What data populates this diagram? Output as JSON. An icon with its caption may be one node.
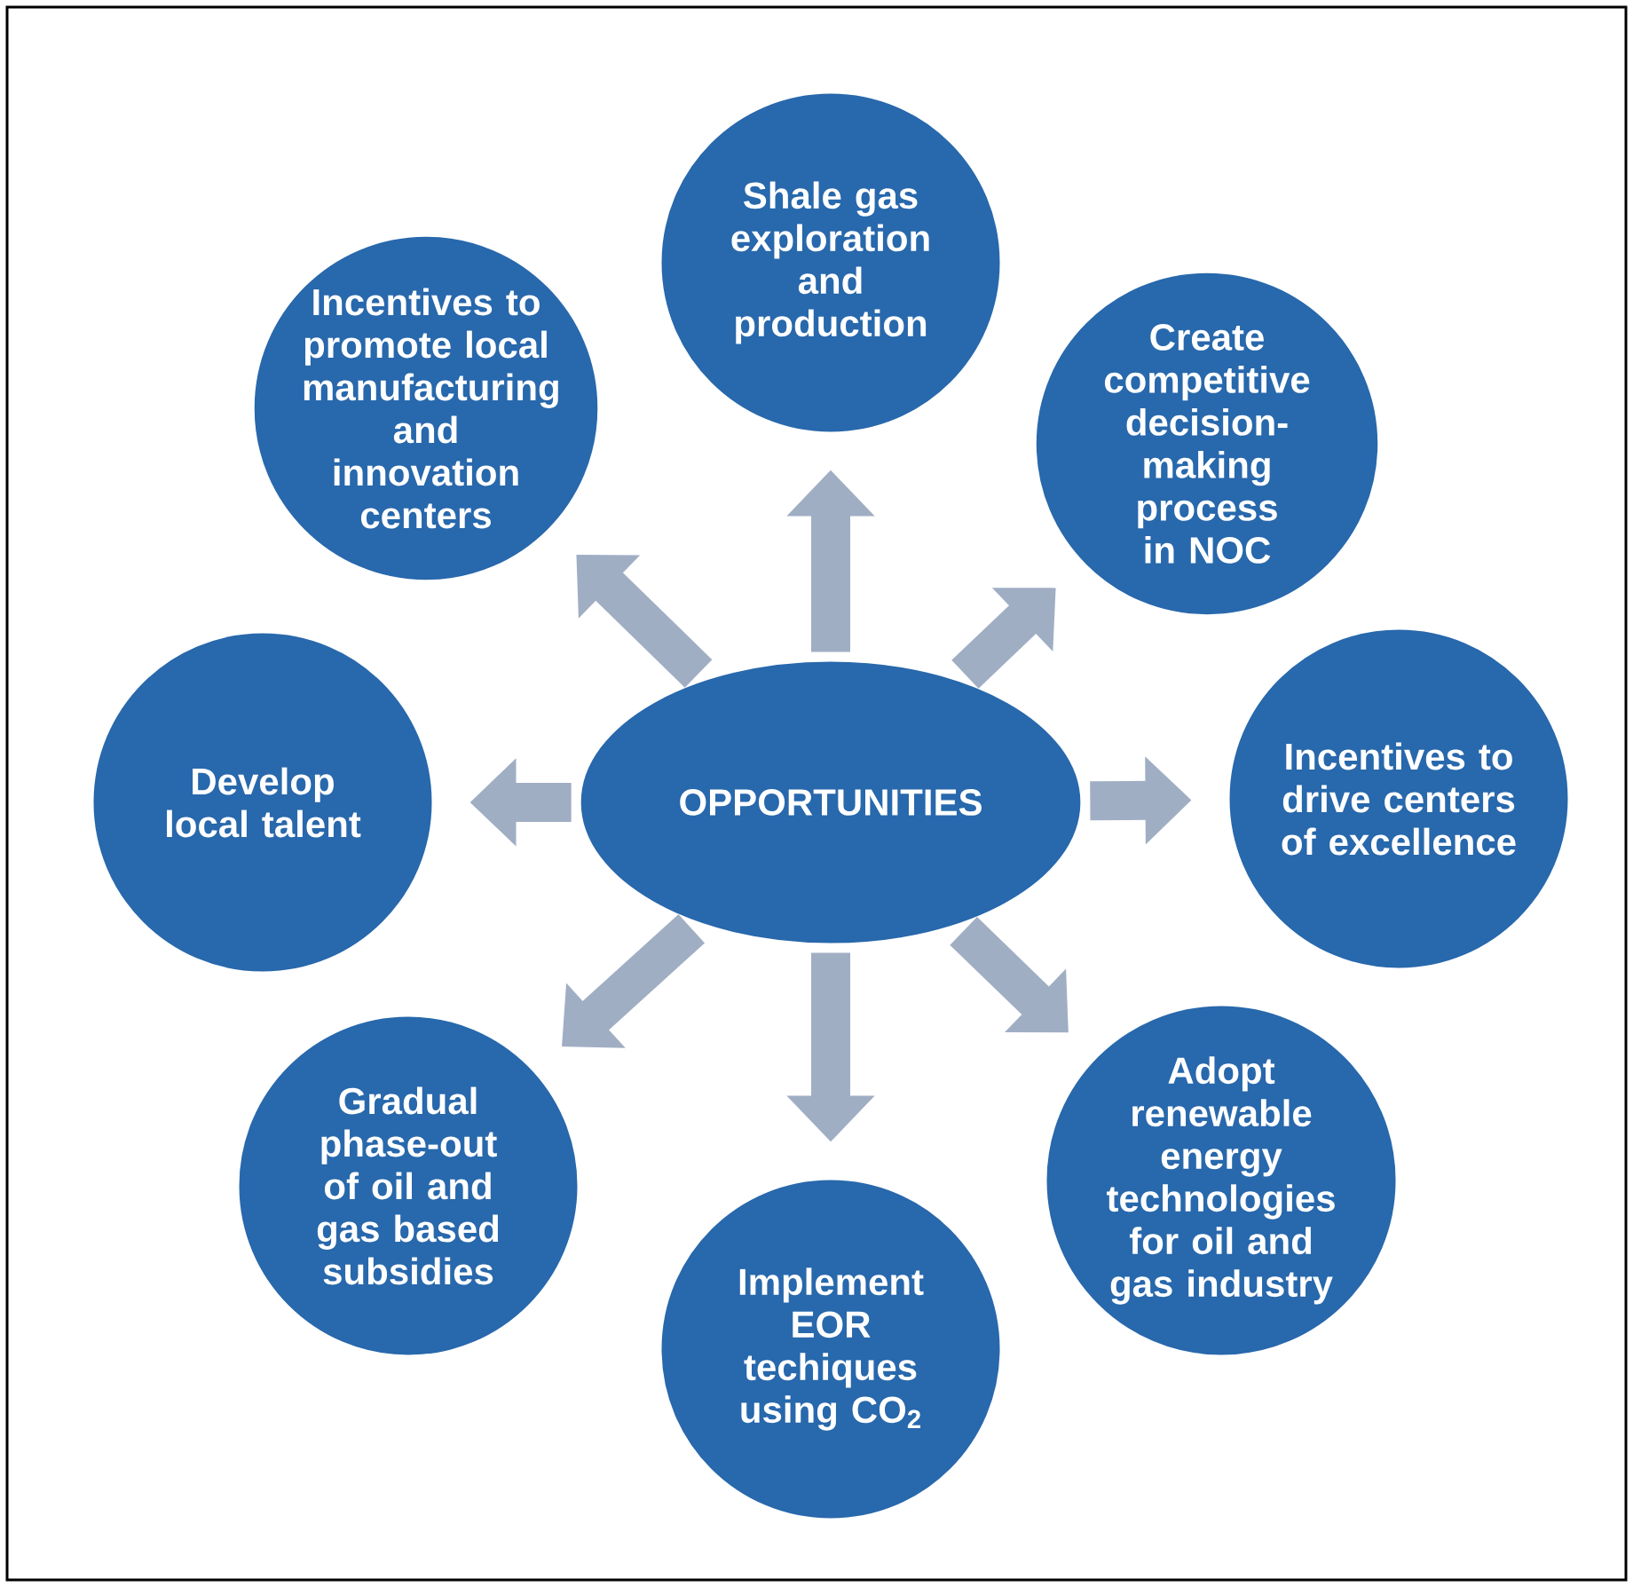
{
  "diagram": {
    "nodes": [
      {
        "text": [
          "OPPORTUNITIES"
        ]
      },
      {
        "text": [
          "Shale gas exploration and production"
        ]
      },
      {
        "text": [
          "Create competitive decision-making process in NOC"
        ]
      },
      {
        "text": [
          "Incentives to drive centers of excellence"
        ]
      },
      {
        "text": [
          "Adopt renewable energy technologies for oil and gas industry"
        ]
      },
      {
        "text": [
          "Implement EOR techiques using CO$_{2}$"
        ]
      },
      {
        "text": [
          "Gradual phase-out of oil and gas based subsidies"
        ]
      },
      {
        "text": [
          "Develop local talent"
        ]
      },
      {
        "text": [
          "Incentives to promote local manufacturing and innovation centers"
        ]
      }
    ],
    "edges": [
      {
        "from": 0,
        "to": 1,
        "arrow": "to"
      },
      {
        "from": 0,
        "to": 2,
        "arrow": "to"
      },
      {
        "from": 0,
        "to": 3,
        "arrow": "to"
      },
      {
        "from": 0,
        "to": 4,
        "arrow": "to"
      },
      {
        "from": 0,
        "to": 5,
        "arrow": "to"
      },
      {
        "from": 0,
        "to": 6,
        "arrow": "to"
      },
      {
        "from": 0,
        "to": 7,
        "arrow": "to"
      },
      {
        "from": 0,
        "to": 8,
        "arrow": "to"
      }
    ]
  }
}
